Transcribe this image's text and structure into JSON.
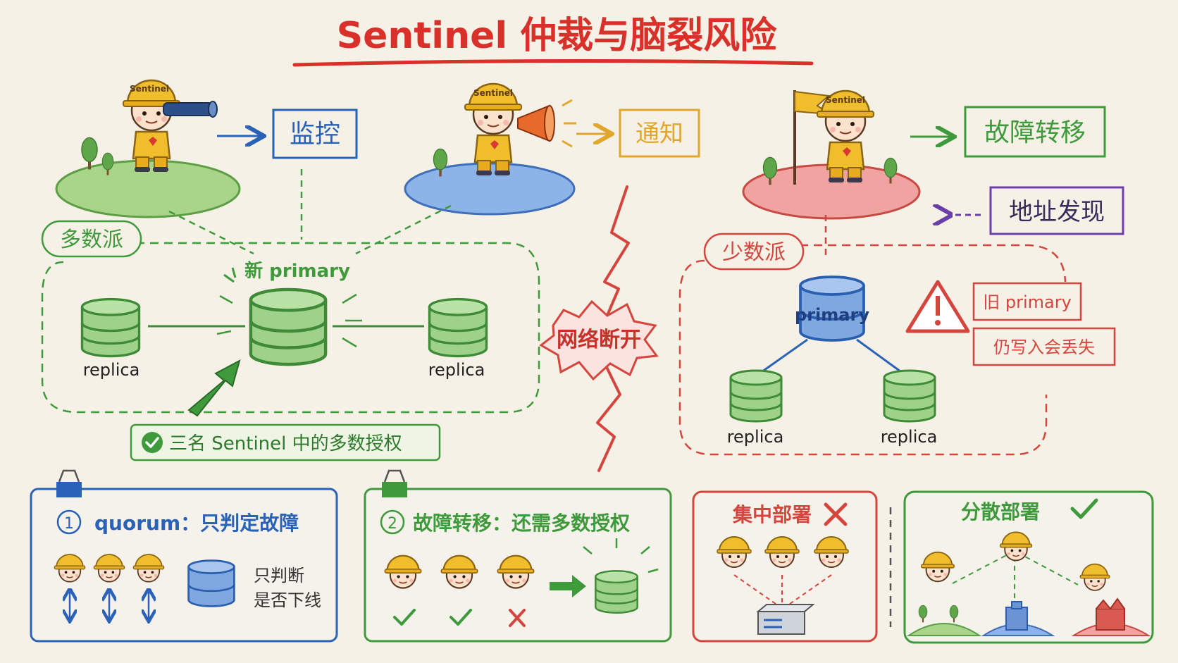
{
  "title": "Sentinel 仲裁与脑裂风险",
  "roles": {
    "monitor": "监控",
    "notify": "通知",
    "failover": "故障转移",
    "discovery": "地址发现",
    "helmet_text": "Sentinel"
  },
  "majority": {
    "label": "多数派",
    "new_primary": "新 primary",
    "replica_left": "replica",
    "replica_right": "replica",
    "auth_note": "三名 Sentinel 中的多数授权"
  },
  "partition": {
    "label": "网络断开"
  },
  "minority": {
    "label": "少数派",
    "primary": "primary",
    "replica_left": "replica",
    "replica_right": "replica",
    "warn_line1": "旧 primary",
    "warn_line2": "仍写入会丢失"
  },
  "panels": {
    "quorum": {
      "number": "1",
      "title": "quorum：只判定故障",
      "note_line1": "只判断",
      "note_line2": "是否下线"
    },
    "failover": {
      "number": "2",
      "title": "故障转移：还需多数授权"
    },
    "centralized": {
      "title": "集中部署"
    },
    "distributed": {
      "title": "分散部署"
    }
  },
  "colors": {
    "title_red": "#d9302a",
    "blue": "#2a62b8",
    "green": "#3f9a3c",
    "amber": "#e0a72a",
    "red": "#d6453d",
    "purple": "#6b3fa8",
    "helmet": "#f0be2d"
  }
}
